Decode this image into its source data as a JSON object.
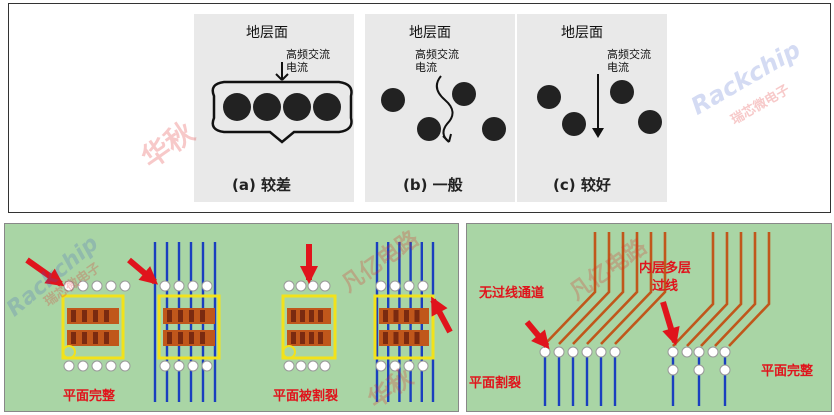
{
  "top": {
    "panels": [
      {
        "ground": "地层面",
        "current": "高频交流\n电流",
        "caption": "(a) 较差"
      },
      {
        "ground": "地层面",
        "current": "高频交流\n电流",
        "caption": "(b) 一般"
      },
      {
        "ground": "地层面",
        "current": "高频交流\n电流",
        "caption": "(c) 较好"
      }
    ]
  },
  "bottom_left": {
    "label_intact": "平面完整",
    "label_split": "平面被割裂"
  },
  "bottom_right": {
    "label_no_channel": "无过线通道",
    "label_inner_layers": "内层多层\n过线",
    "label_split": "平面割裂",
    "label_intact": "平面完整"
  },
  "watermarks": {
    "brand_cn": "华秋",
    "brand_en": "Rackchip",
    "brand_cn2": "瑞芯微电子",
    "brand_cn3": "凡亿电路"
  },
  "colors": {
    "panel_bg": "#e9e9e9",
    "board_green": "#a9d5a5",
    "copper": "#c0571b",
    "trace_blue": "#1a3fbf",
    "outline_yellow": "#f2e21b",
    "arrow_red": "#e0141c"
  }
}
